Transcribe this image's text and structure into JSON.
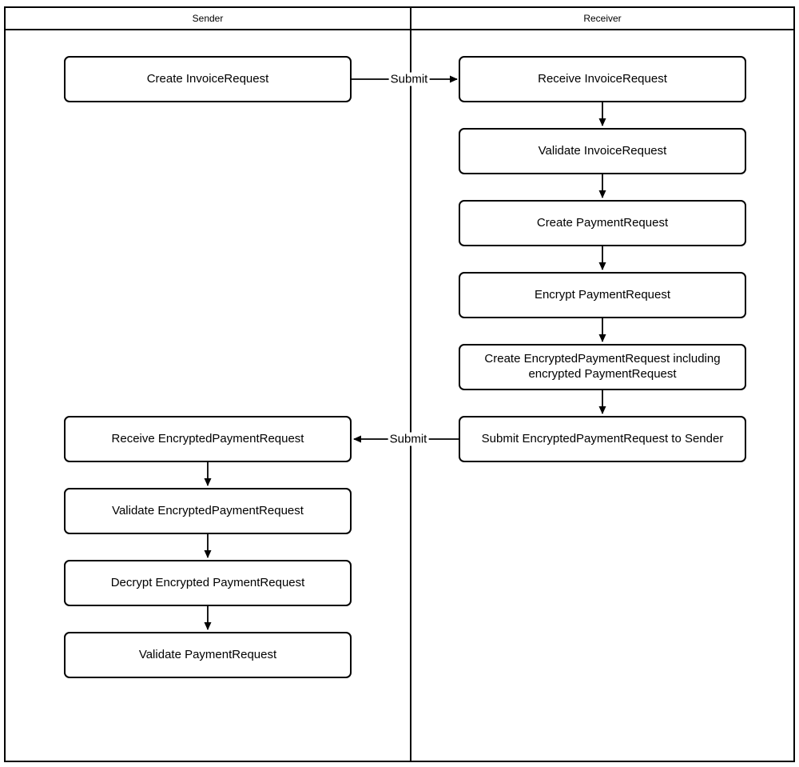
{
  "diagram": {
    "lanes": {
      "sender": {
        "label": "Sender"
      },
      "receiver": {
        "label": "Receiver"
      }
    },
    "sender_boxes": [
      {
        "label": "Create InvoiceRequest"
      },
      {
        "label": "Receive EncryptedPaymentRequest"
      },
      {
        "label": "Validate EncryptedPaymentRequest"
      },
      {
        "label": "Decrypt Encrypted PaymentRequest"
      },
      {
        "label": "Validate PaymentRequest"
      }
    ],
    "receiver_boxes": [
      {
        "label": "Receive InvoiceRequest"
      },
      {
        "label": "Validate InvoiceRequest"
      },
      {
        "label": "Create PaymentRequest"
      },
      {
        "label": "Encrypt PaymentRequest"
      },
      {
        "label": "Create EncryptedPaymentRequest including encrypted PaymentRequest"
      },
      {
        "label": "Submit EncryptedPaymentRequest to Sender"
      }
    ],
    "arrow_labels": {
      "submit_top": "Submit",
      "submit_bottom": "Submit"
    },
    "colors": {
      "line": "#000000",
      "background": "#ffffff"
    }
  }
}
